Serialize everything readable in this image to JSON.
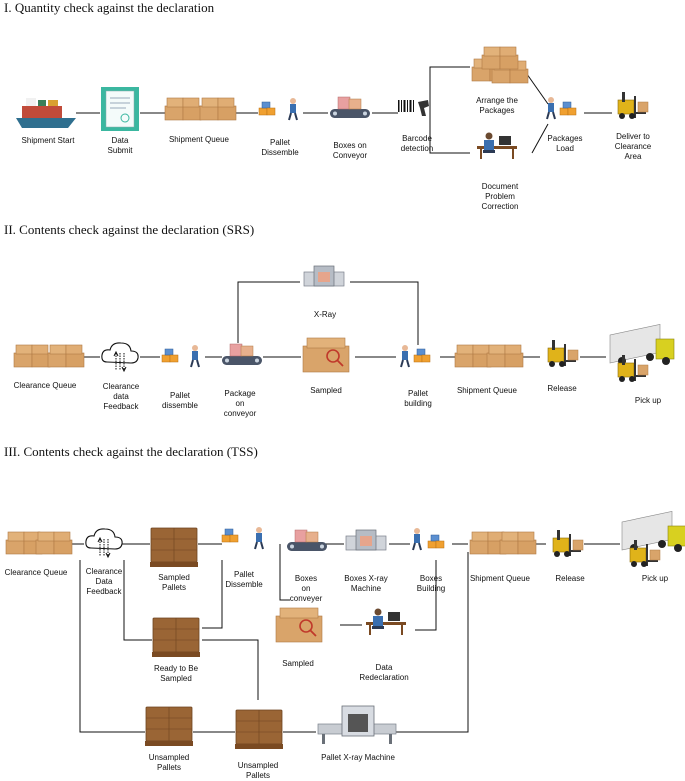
{
  "sections": [
    {
      "title": "I.  Quantity check against the declaration"
    },
    {
      "title": "II.  Contents check against the declaration (SRS)"
    },
    {
      "title": "III.  Contents check against the declaration (TSS)"
    }
  ],
  "s1": {
    "shipment_start": "Shipment Start",
    "data_submit": [
      "Data",
      "Submit"
    ],
    "shipment_queue": "Shipment Queue",
    "pallet_dissemble": [
      "Pallet",
      "Dissemble"
    ],
    "boxes_on_conveyor": [
      "Boxes on",
      "Conveyor"
    ],
    "barcode_detection": [
      "Barcode",
      "detection"
    ],
    "arrange_packages": [
      "Arrange the",
      "Packages"
    ],
    "document_correction": [
      "Document",
      "Problem",
      "Correction"
    ],
    "packages_load": [
      "Packages",
      "Load"
    ],
    "deliver_clearance": [
      "Deliver to",
      "Clearance",
      "Area"
    ]
  },
  "s2": {
    "clearance_queue": "Clearance Queue",
    "clearance_feedback": [
      "Clearance",
      "data",
      "Feedback"
    ],
    "pallet_dissemble": [
      "Pallet",
      "dissemble"
    ],
    "package_conveyor": [
      "Package",
      "on",
      "conveyor"
    ],
    "xray": "X-Ray",
    "sampled": "Sampled",
    "pallet_building": [
      "Pallet",
      "building"
    ],
    "shipment_queue": "Shipment Queue",
    "release": "Release",
    "pick_up": "Pick up"
  },
  "s3": {
    "clearance_queue": "Clearance Queue",
    "clearance_feedback": [
      "Clearance",
      "Data",
      "Feedback"
    ],
    "sampled_pallets": [
      "Sampled",
      "Pallets"
    ],
    "pallet_dissemble": [
      "Pallet",
      "Dissemble"
    ],
    "boxes_conveyer": [
      "Boxes",
      "on",
      "conveyer"
    ],
    "boxes_xray": [
      "Boxes X-ray",
      "Machine"
    ],
    "boxes_building": [
      "Boxes",
      "Building"
    ],
    "shipment_queue": "Shipment Queue",
    "release": "Release",
    "pick_up": "Pick up",
    "ready_sampled": [
      "Ready to Be",
      "Sampled"
    ],
    "sampled": "Sampled",
    "data_redeclaration": [
      "Data",
      "Redeclaration"
    ],
    "unsampled_pallets_1": [
      "Unsampled",
      "Pallets"
    ],
    "unsampled_pallets_2": [
      "Unsampled",
      "Pallets"
    ],
    "pallet_xray": "Pallet X-ray Machine"
  },
  "colors": {
    "box": "#d9a46a",
    "box_dark": "#b07a45",
    "pallet": "#8b5a2b",
    "conveyor": "#4a5568",
    "forklift": "#e0b31a",
    "ship": "#2f6f8f",
    "doc": "#3bb7a0",
    "person": "#3a6fb0",
    "truck": "#e8e8e8"
  }
}
